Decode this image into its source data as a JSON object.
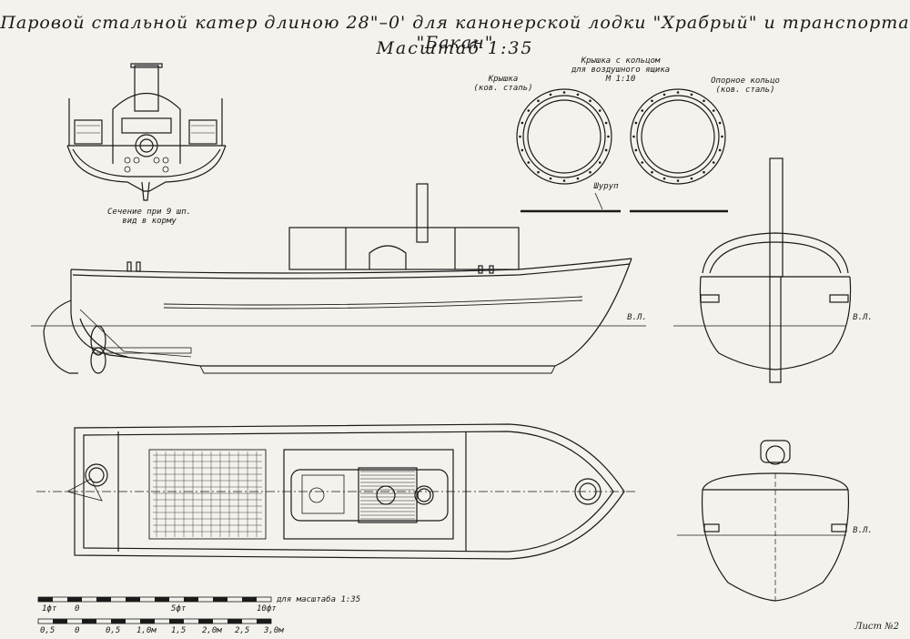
{
  "title": "Паровой стальной катер длиною 28\"–0' для канонерской лодки \"Храбрый\" и транспорта \"Бакан\"",
  "scale": "Масштаб 1:35",
  "section_caption": [
    "Сечение при 9 шп.",
    "вид в корму"
  ],
  "lid_group_caption": [
    "Крышка с кольцом",
    "для воздушного ящика",
    "М 1:10"
  ],
  "lid_caption": [
    "Крышка",
    "(ков. сталь)"
  ],
  "ring_caption": [
    "Опорное кольцо",
    "(ков. сталь)"
  ],
  "screw_label": "Шуруп",
  "waterline_label": "В.Л.",
  "scale_bar": {
    "upper_label": "для масштаба 1:35",
    "feet_ticks": [
      "1фт",
      "0",
      "5фт",
      "10фт"
    ],
    "meter_ticks": [
      "0,5",
      "0",
      "0,5",
      "1,0м",
      "1,5",
      "2,0м",
      "2,5",
      "3,0м"
    ]
  },
  "sheet_number": "Лист №2",
  "colors": {
    "ink": "#1a1a1a",
    "paper": "#f4f2ec"
  }
}
